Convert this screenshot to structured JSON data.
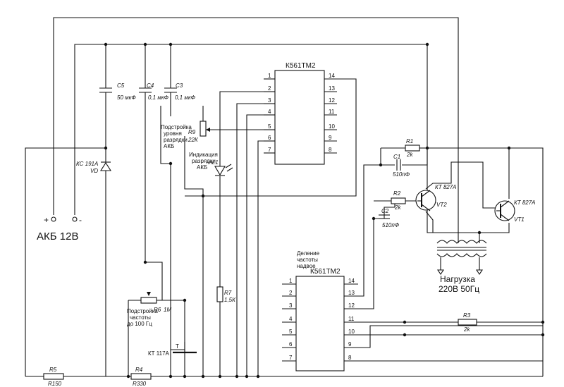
{
  "battery": {
    "name": "АКБ 12В",
    "plus": "+",
    "minus": "-"
  },
  "ic_top": {
    "name": "К561ТМ2",
    "pins_left": [
      "1",
      "2",
      "3",
      "4",
      "5",
      "6",
      "7"
    ],
    "pins_right": [
      "14",
      "13",
      "12",
      "11",
      "10",
      "9",
      "8"
    ]
  },
  "ic_bottom": {
    "name": "К561ТМ2",
    "pins_left": [
      "1",
      "2",
      "3",
      "4",
      "5",
      "6",
      "7"
    ],
    "pins_right": [
      "14",
      "13",
      "12",
      "11",
      "10",
      "9",
      "8"
    ]
  },
  "capacitors": {
    "c5": {
      "ref": "C5",
      "value": "50 мкФ"
    },
    "c4": {
      "ref": "C4",
      "value": "0,1 мкФ"
    },
    "c3": {
      "ref": "C3",
      "value": "0,1 мкФ"
    },
    "c1": {
      "ref": "C1",
      "value": "510пФ"
    },
    "c2": {
      "ref": "C2",
      "value": "510пФ"
    }
  },
  "resistors": {
    "r9": {
      "ref": "R9",
      "value": "22К"
    },
    "r7": {
      "ref": "R7",
      "value": "1,5К"
    },
    "r6": {
      "ref": "R6",
      "value": "1М"
    },
    "r1": {
      "ref": "R1",
      "value": "2k"
    },
    "r2": {
      "ref": "R2",
      "value": "2k"
    },
    "r3": {
      "ref": "R3",
      "value": "2k"
    },
    "r4": {
      "ref": "R4",
      "value": "R330"
    },
    "r5": {
      "ref": "R5",
      "value": "R150"
    }
  },
  "zener": {
    "ref": "VD",
    "value": "КС 191А"
  },
  "led": {
    "ref": "HL1"
  },
  "transistors": {
    "vt1": {
      "ref": "VT1",
      "value": "КТ 827А"
    },
    "vt2": {
      "ref": "VT2",
      "value": "КТ 827А"
    }
  },
  "kt117": {
    "value": "КТ 117А",
    "pin": "Т"
  },
  "notes": {
    "r9_note": [
      "Подстройка",
      "уровня",
      "разрядки",
      "АКБ"
    ],
    "led_note": [
      "Индикация",
      "разрядки",
      "АКБ"
    ],
    "r6_note": [
      "Подстройка",
      "частоты",
      "до 100 Гц"
    ],
    "divider_note": [
      "Деление",
      "частоты",
      "надвое"
    ]
  },
  "load": {
    "line1": "Нагрузка",
    "line2": "220В 50Гц"
  }
}
